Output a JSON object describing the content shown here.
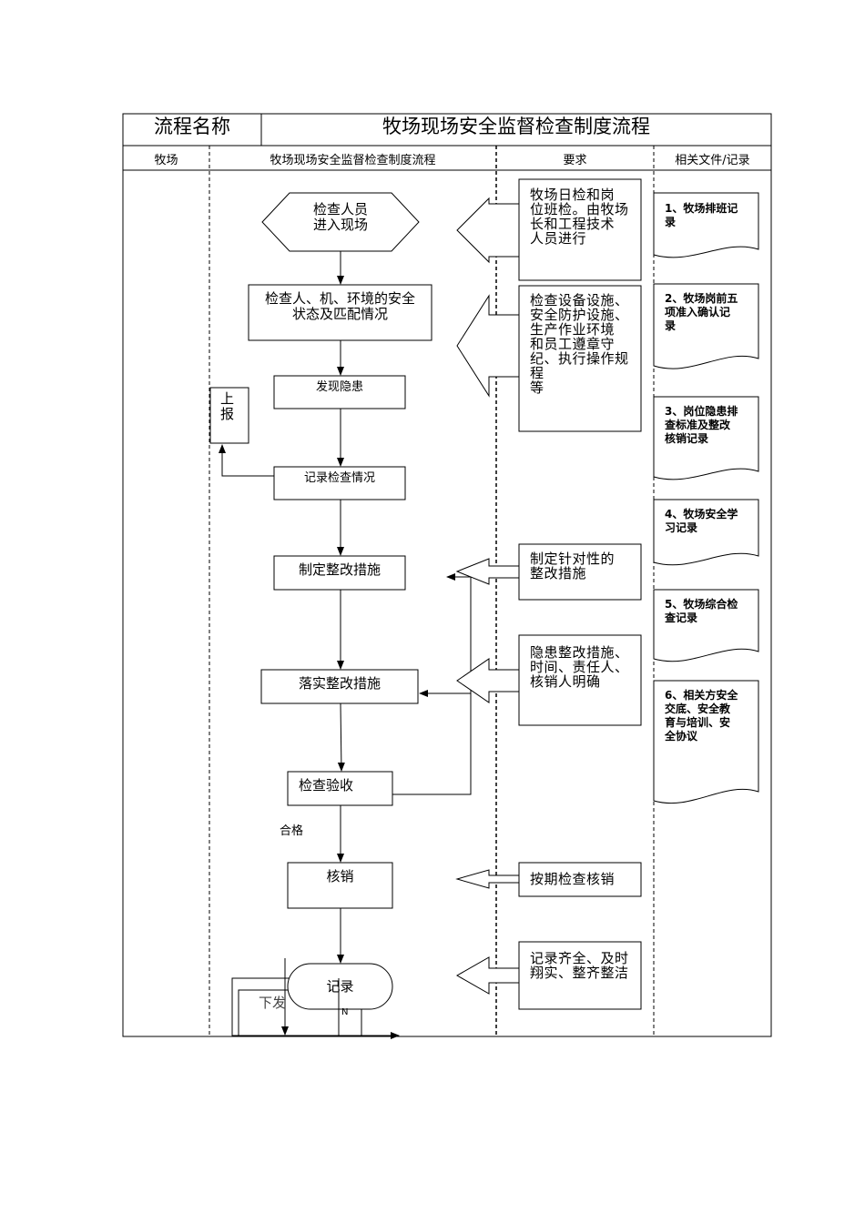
{
  "title": {
    "label": "流程名称",
    "name": "牧场现场安全监督检查制度流程"
  },
  "columns": {
    "col1": "牧场",
    "col2": "牧场现场安全监督检查制度流程",
    "col3": "要求",
    "col4": "相关文件/记录"
  },
  "flow": {
    "start": "检查人员\n进入现场",
    "check": "检查人、机、环境的安全\n状态及匹配情况",
    "find": "发现隐患",
    "report": "上\n报",
    "record_check": "记录检查情况",
    "plan": "制定整改措施",
    "implement": "落实整改措施",
    "accept": "检查验收",
    "pass_label": "合格",
    "cancel": "核销",
    "end": "记录",
    "residual_text": "下发",
    "residual_n": "N"
  },
  "requirements": {
    "r1": "牧场日检和岗\n位班检。由牧场\n长和工程技术\n人员进行",
    "r2": "检查设备设施、\n安全防护设施、\n生产作业环境\n和员工遵章守\n纪、执行操作规\n程\n等",
    "r3": "制定针对性的\n整改措施",
    "r4": "隐患整改措施、\n时间、责任人、\n  核销人明确",
    "r5": "按期检查核销",
    "r6": "记录齐全、及时\n翔实、整齐整洁"
  },
  "documents": {
    "d1": "1、牧场排班记\n录",
    "d2": "2、牧场岗前五\n项准入确认记\n录",
    "d3": "3、岗位隐患排\n查标准及整改\n核销记录",
    "d4": "4、牧场安全学\n习记录",
    "d5": "5、牧场综合检\n查记录",
    "d6": "6、相关方安全\n交底、安全教\n育与培训、安\n全协议"
  }
}
